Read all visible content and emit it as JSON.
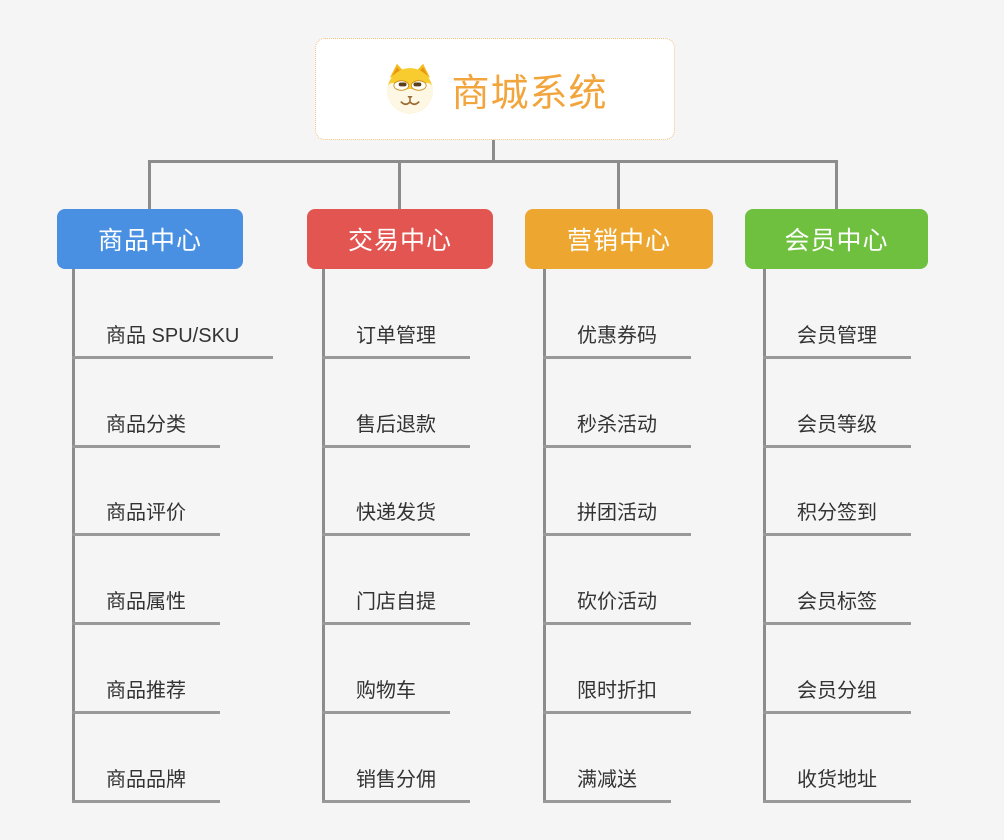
{
  "root": {
    "title": "商城系统",
    "icon": "shiba-dog-icon",
    "title_color": "#F2A53C",
    "border_color": "#F0C080"
  },
  "colors": {
    "background": "#F5F5F5",
    "connector": "#8C8C8C",
    "underline": "#999999",
    "item_text": "#333333"
  },
  "branches": [
    {
      "label": "商品中心",
      "color": "#4A90E2",
      "items": [
        "商品 SPU/SKU",
        "商品分类",
        "商品评价",
        "商品属性",
        "商品推荐",
        "商品品牌"
      ]
    },
    {
      "label": "交易中心",
      "color": "#E25551",
      "items": [
        "订单管理",
        "售后退款",
        "快递发货",
        "门店自提",
        "购物车",
        "销售分佣"
      ]
    },
    {
      "label": "营销中心",
      "color": "#EDA62F",
      "items": [
        "优惠券码",
        "秒杀活动",
        "拼团活动",
        "砍价活动",
        "限时折扣",
        "满减送"
      ]
    },
    {
      "label": "会员中心",
      "color": "#70C040",
      "items": [
        "会员管理",
        "会员等级",
        "积分签到",
        "会员标签",
        "会员分组",
        "收货地址"
      ]
    }
  ]
}
